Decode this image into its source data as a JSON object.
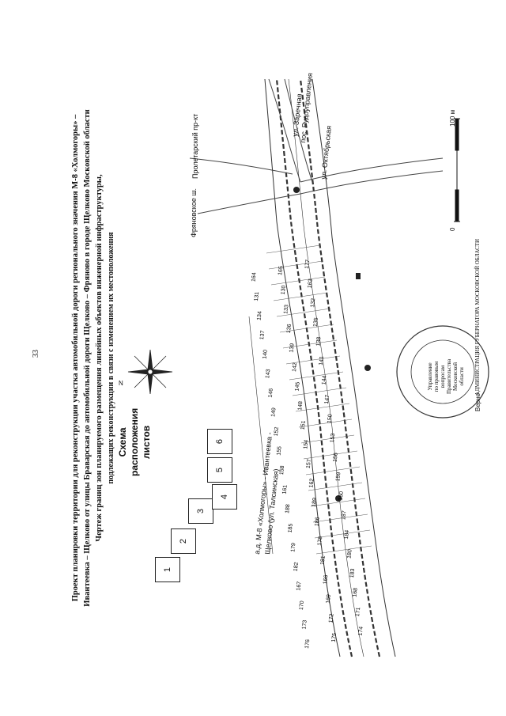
{
  "page_number": "33",
  "title_lines": [
    "Проект планировки территории для реконструкции участка автомобильной дороги регионального значения М-8 «Холмогоры» –",
    "Ивантеевка – Щелково от улицы Браварская до автомобильной дороги Щелково – Фряново в городе Щелково Московской области",
    "Чертеж границ зон планируемого размещения линейных объектов инженерной инфраструктуры,",
    "подлежащих реконструкции в связи с изменением их местоположения"
  ],
  "compass_label": "N",
  "scheme": {
    "title_line1": "Схема",
    "title_line2": "расположения",
    "title_line3": "листов",
    "sheets": [
      "1",
      "2",
      "3",
      "4",
      "5",
      "6"
    ]
  },
  "road_labels": {
    "main_road": "а.д. М-8 «Холмогоры» - Ивантеевка -",
    "main_road_2": "Щелково (ул. Талсинская)",
    "street_1": "ул. Заречная",
    "street_2": "пос. Рудоуправления",
    "street_3": "ул. Октябрьская",
    "street_4": "Пролетарский пр-кт",
    "street_5": "Фряновское ш."
  },
  "scale": {
    "zero": "0",
    "max": "100 м"
  },
  "stamp": {
    "outer": "АДМИНИСТРАЦИЯ ГУБЕРНАТОРА МОСКОВСКОЙ ОБЛАСТИ",
    "inner": [
      "Управление",
      "по правовым",
      "вопросам",
      "Правительства",
      "Московской",
      "области"
    ],
    "sign": "Верно"
  },
  "map_labels": [
    "176",
    "175",
    "174",
    "173",
    "172",
    "171",
    "170",
    "169",
    "168",
    "167",
    "166",
    "183",
    "182",
    "181",
    "180",
    "179",
    "178",
    "184",
    "185",
    "186",
    "187",
    "188",
    "189",
    "160",
    "161",
    "162",
    "159",
    "158",
    "157",
    "156",
    "155",
    "154",
    "153",
    "152",
    "151",
    "150",
    "149",
    "148",
    "147",
    "146",
    "145",
    "144",
    "143",
    "142",
    "141",
    "140",
    "139",
    "138",
    "137",
    "136",
    "135",
    "134",
    "133",
    "132",
    "131",
    "130",
    "163",
    "164",
    "165",
    "177"
  ]
}
